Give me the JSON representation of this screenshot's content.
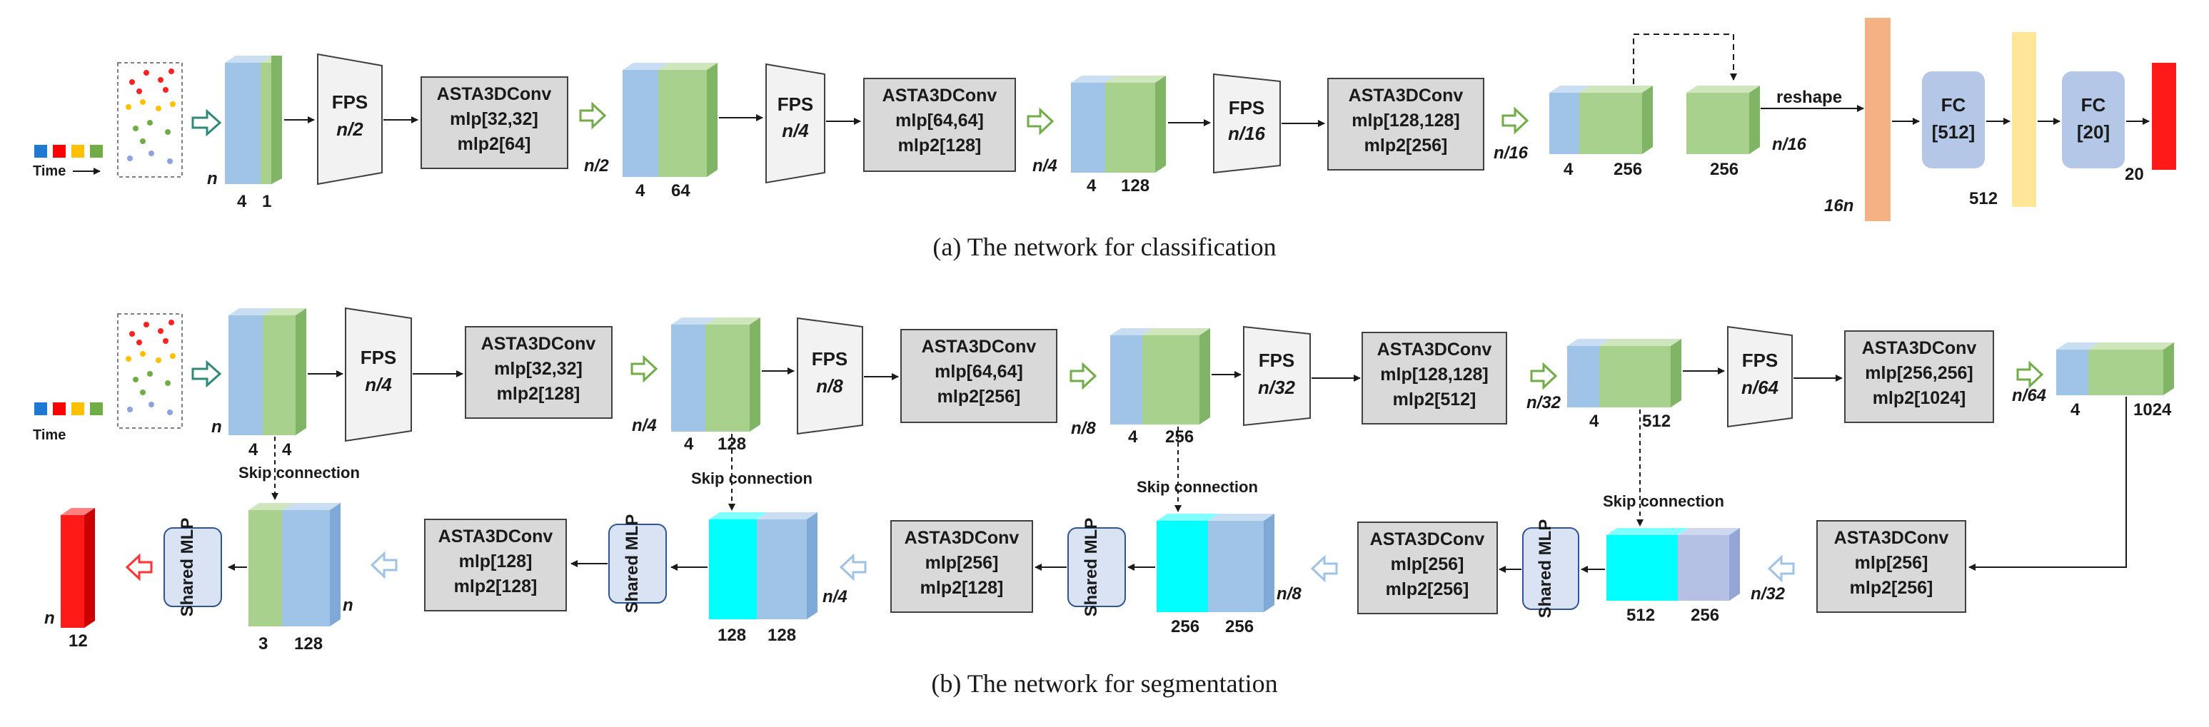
{
  "colors": {
    "blue_front": "#a0c4e8",
    "blue_top": "#c9ddf3",
    "blue_side": "#7fa9d6",
    "green_front": "#a9d18e",
    "green_top": "#cfe6bd",
    "green_side": "#7fb565",
    "cyan": "#00ffff",
    "cyan_top": "#7fffff",
    "lavender": "#b4c1e5",
    "red": "#ff1a1a",
    "orange_bar": "#f4b183",
    "yellow_bar": "#ffe699",
    "fc_fill": "#b4c7e7",
    "gray_box": "#d9d9d9",
    "fps_fill": "#f2f2f2",
    "arrow_green": "#70ad47",
    "arrow_teal": "#2e8b7a",
    "arrow_blue_outline": "#9dc3e6",
    "arrow_red_outline": "#ff3333"
  },
  "legend": {
    "time_label": "Time",
    "swatches": [
      "#1f78d1",
      "#ff0000",
      "#ffc000",
      "#70ad47"
    ]
  },
  "classification": {
    "caption": "(a) The network for classification",
    "fps1": {
      "title": "FPS",
      "sub": "n/2"
    },
    "fps2": {
      "title": "FPS",
      "sub": "n/4"
    },
    "fps3": {
      "title": "FPS",
      "sub": "n/16"
    },
    "conv1": {
      "title": "ASTA3DConv",
      "l1": "mlp[32,32]",
      "l2": "mlp2[64]"
    },
    "conv2": {
      "title": "ASTA3DConv",
      "l1": "mlp[64,64]",
      "l2": "mlp2[128]"
    },
    "conv3": {
      "title": "ASTA3DConv",
      "l1": "mlp[128,128]",
      "l2": "mlp2[256]"
    },
    "cube0": {
      "n": "n",
      "w1": "4",
      "w2": "1"
    },
    "cube1": {
      "n": "n/2",
      "w1": "4",
      "w2": "64"
    },
    "cube2": {
      "n": "n/4",
      "w1": "4",
      "w2": "128"
    },
    "cube3": {
      "n": "n/16",
      "w1": "4",
      "w2": "256"
    },
    "cube4": {
      "n": "n/16",
      "w": "256"
    },
    "reshape": "reshape",
    "bar1": "16n",
    "fc1": {
      "title": "FC",
      "sub": "[512]"
    },
    "bar2": "512",
    "fc2": {
      "title": "FC",
      "sub": "[20]"
    },
    "out": "20"
  },
  "segmentation": {
    "caption": "(b) The network for segmentation",
    "fps1": {
      "title": "FPS",
      "sub": "n/4"
    },
    "fps2": {
      "title": "FPS",
      "sub": "n/8"
    },
    "fps3": {
      "title": "FPS",
      "sub": "n/32"
    },
    "fps4": {
      "title": "FPS",
      "sub": "n/64"
    },
    "conv1": {
      "title": "ASTA3DConv",
      "l1": "mlp[32,32]",
      "l2": "mlp2[128]"
    },
    "conv2": {
      "title": "ASTA3DConv",
      "l1": "mlp[64,64]",
      "l2": "mlp2[256]"
    },
    "conv3": {
      "title": "ASTA3DConv",
      "l1": "mlp[128,128]",
      "l2": "mlp2[512]"
    },
    "conv4": {
      "title": "ASTA3DConv",
      "l1": "mlp[256,256]",
      "l2": "mlp2[1024]"
    },
    "cube0": {
      "n": "n",
      "w1": "4",
      "w2": "4"
    },
    "cube1": {
      "n": "n/4",
      "w1": "4",
      "w2": "128"
    },
    "cube2": {
      "n": "n/8",
      "w1": "4",
      "w2": "256"
    },
    "cube3": {
      "n": "n/32",
      "w1": "4",
      "w2": "512"
    },
    "cube4": {
      "n": "n/64",
      "w1": "4",
      "w2": "1024"
    },
    "skip": "Skip connection",
    "up_conv1": {
      "title": "ASTA3DConv",
      "l1": "mlp[256]",
      "l2": "mlp2[256]"
    },
    "up_conv2": {
      "title": "ASTA3DConv",
      "l1": "mlp[256]",
      "l2": "mlp2[256]"
    },
    "up_conv3": {
      "title": "ASTA3DConv",
      "l1": "mlp[256]",
      "l2": "mlp2[128]"
    },
    "up_conv4": {
      "title": "ASTA3DConv",
      "l1": "mlp[128]",
      "l2": "mlp2[128]"
    },
    "shared_mlp": "Shared MLP",
    "up_cube1": {
      "n": "n/32",
      "w1": "512",
      "w2": "256"
    },
    "up_cube2": {
      "n": "n/8",
      "w1": "256",
      "w2": "256"
    },
    "up_cube3": {
      "n": "n/4",
      "w1": "128",
      "w2": "128"
    },
    "up_cube4": {
      "n": "n",
      "w1": "3",
      "w2": "128"
    },
    "out": {
      "n": "n",
      "w": "12"
    }
  }
}
